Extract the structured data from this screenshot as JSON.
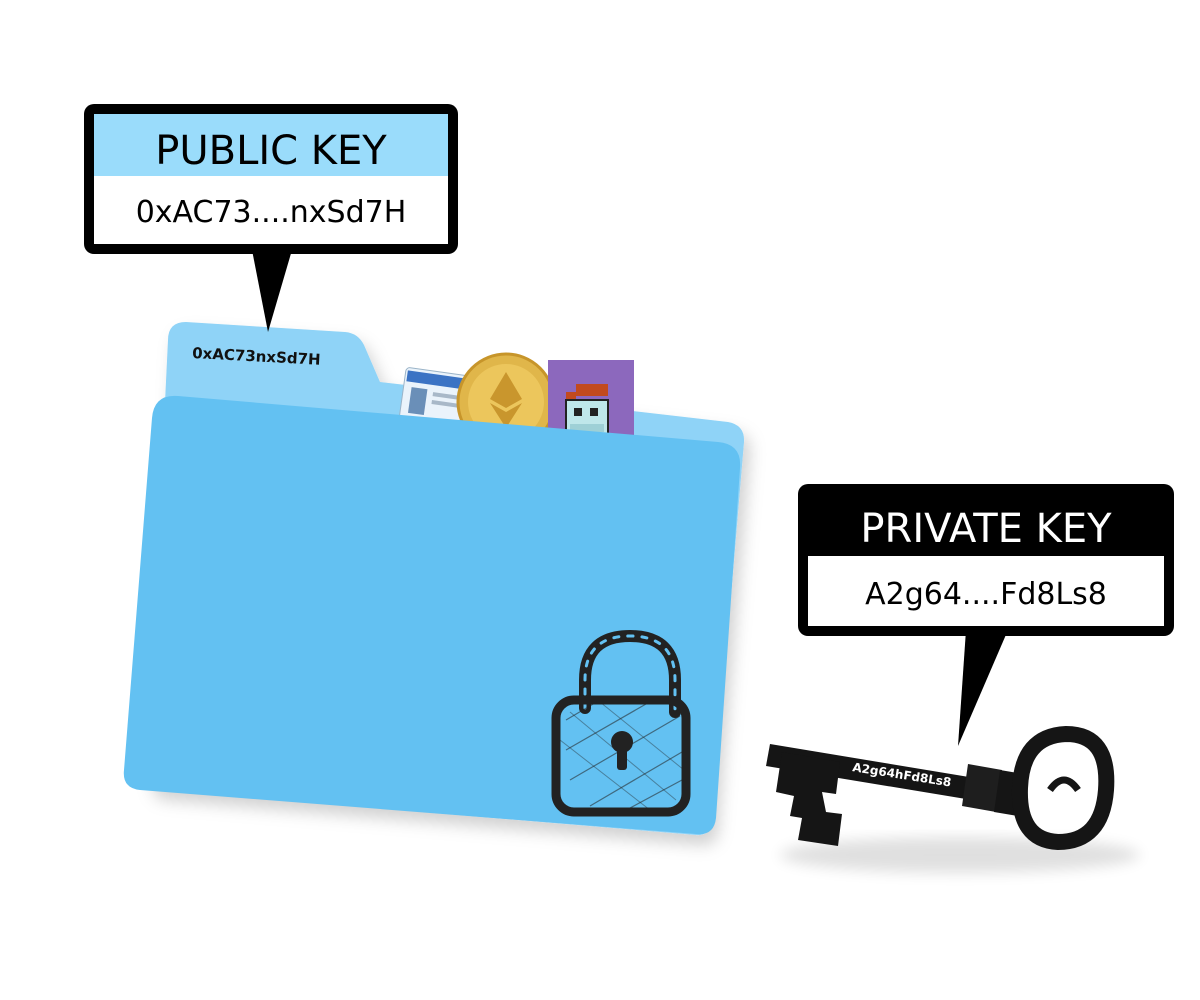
{
  "public_key": {
    "title": "PUBLIC KEY",
    "value": "0xAC73....nxSd7H",
    "folder_tab_label": "0xAC73nxSd7H",
    "header_color": "#9adcfb"
  },
  "private_key": {
    "title": "PRIVATE KEY",
    "value": "A2g64....Fd8Ls8",
    "key_label": "A2g64hFd8Ls8",
    "header_color": "#000000"
  },
  "folder": {
    "back_color": "#8fd3f7",
    "front_color": "#63c1f2",
    "contents": [
      "id-card",
      "ethereum-coin",
      "pixel-art-nft-card"
    ]
  }
}
